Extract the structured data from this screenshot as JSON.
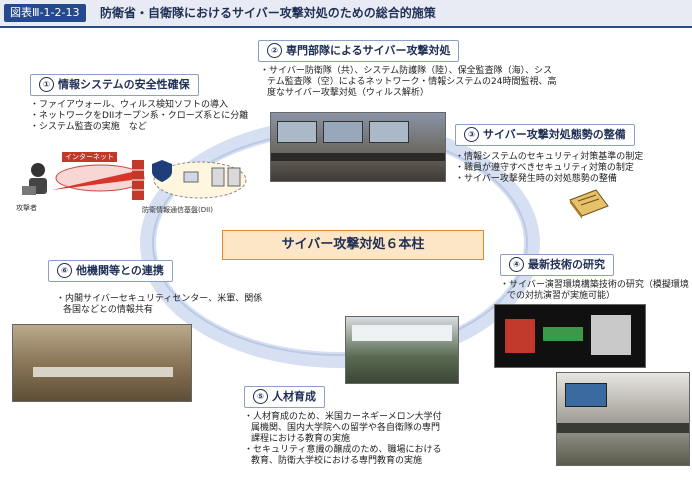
{
  "header": {
    "badge": "図表Ⅲ-1-2-13",
    "title": "防衛省・自衛隊におけるサイバー攻撃対処のための総合的施策"
  },
  "center_label": "サイバー攻撃対処６本柱",
  "pillars": [
    {
      "num": "①",
      "title": "情報システムの安全性確保",
      "bullets": [
        "ファイアウォール、ウィルス検知ソフトの導入",
        "ネットワークをDIIオープン系・クローズ系とに分離",
        "システム監査の実施　など"
      ],
      "diagram": {
        "internet": "インターネット",
        "attacker": "攻撃者",
        "dii": "防衛情報通信基盤(DII)"
      }
    },
    {
      "num": "②",
      "title": "専門部隊によるサイバー攻撃対処",
      "bullets": [
        "サイバー防衛隊（共）、システム防護隊（陸）、保全監査隊（海）、システム監査隊（空）によるネットワーク・情報システムの24時間監視、高度なサイバー攻撃対処（ウィルス解析）"
      ]
    },
    {
      "num": "③",
      "title": "サイバー攻撃対処態勢の整備",
      "bullets": [
        "情報システムのセキュリティ対策基準の制定",
        "職員が遵守すべきセキュリティ対策の制定",
        "サイバー攻撃発生時の対処態勢の整備"
      ]
    },
    {
      "num": "④",
      "title": "最新技術の研究",
      "bullets": [
        "サイバー演習環境構築技術の研究（模擬環境での対抗演習が実施可能）"
      ]
    },
    {
      "num": "⑤",
      "title": "人材育成",
      "bullets": [
        "人材育成のため、米国カーネギーメロン大学付属機関、国内大学院への留学や各自衛隊の専門課程における教育の実施",
        "セキュリティ意識の醸成のため、職場における教育、防衛大学校における専門教育の実施"
      ]
    },
    {
      "num": "⑥",
      "title": "他機関等との連携",
      "bullets": [
        "内閣サイバーセキュリティセンター、米軍、関係各国などとの情報共有"
      ]
    }
  ],
  "colors": {
    "accent": "#25498f",
    "ring": "#d6e0f2",
    "center_fill": "#fde6c6",
    "attack_arrow": "#d8352a"
  }
}
